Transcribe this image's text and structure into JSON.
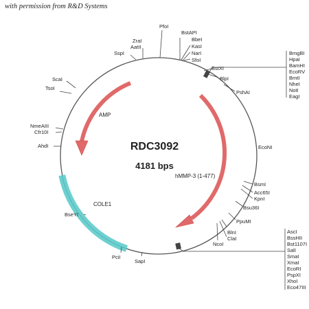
{
  "credit": "with permission from R&D Systems",
  "plasmid": {
    "name": "RDC3092",
    "size": "4181 bps"
  },
  "features": [
    {
      "name": "AMP",
      "type": "arrow",
      "color": "#e05555"
    },
    {
      "name": "hMMP-3 (1-477)",
      "type": "arrow",
      "color": "#e05555"
    },
    {
      "name": "COLE1",
      "type": "segment",
      "color": "#5bc8c8"
    }
  ],
  "sites": {
    "top_left": [
      "SspI",
      "ZraI",
      "AatII",
      "PfoI"
    ],
    "top_right": [
      "BstAPI",
      "BbeI",
      "KasI",
      "NarI",
      "SfoI",
      "BstXI",
      "BlpI",
      "PshAI"
    ],
    "mcs_top": [
      "BmgBI",
      "HpaI",
      "BamHI",
      "EcoRV",
      "BmtI",
      "NheI",
      "NotI",
      "EagI"
    ],
    "left": [
      "ScaI",
      "TsoI",
      "NmeAIII",
      "Cfr10I",
      "AhdI",
      "BseYI",
      "PciI",
      "SapI"
    ],
    "right": [
      "EcoNI",
      "BsmI",
      "Acc65I",
      "KpnI",
      "Bsu36I",
      "PpuMI",
      "BlnI",
      "ClaI",
      "NcoI"
    ],
    "mcs_bottom": [
      "AscI",
      "BssHII",
      "Bst1107I",
      "SalI",
      "SmaI",
      "XmaI",
      "EcoRI",
      "PspXI",
      "XhoI",
      "Eco47III"
    ]
  }
}
